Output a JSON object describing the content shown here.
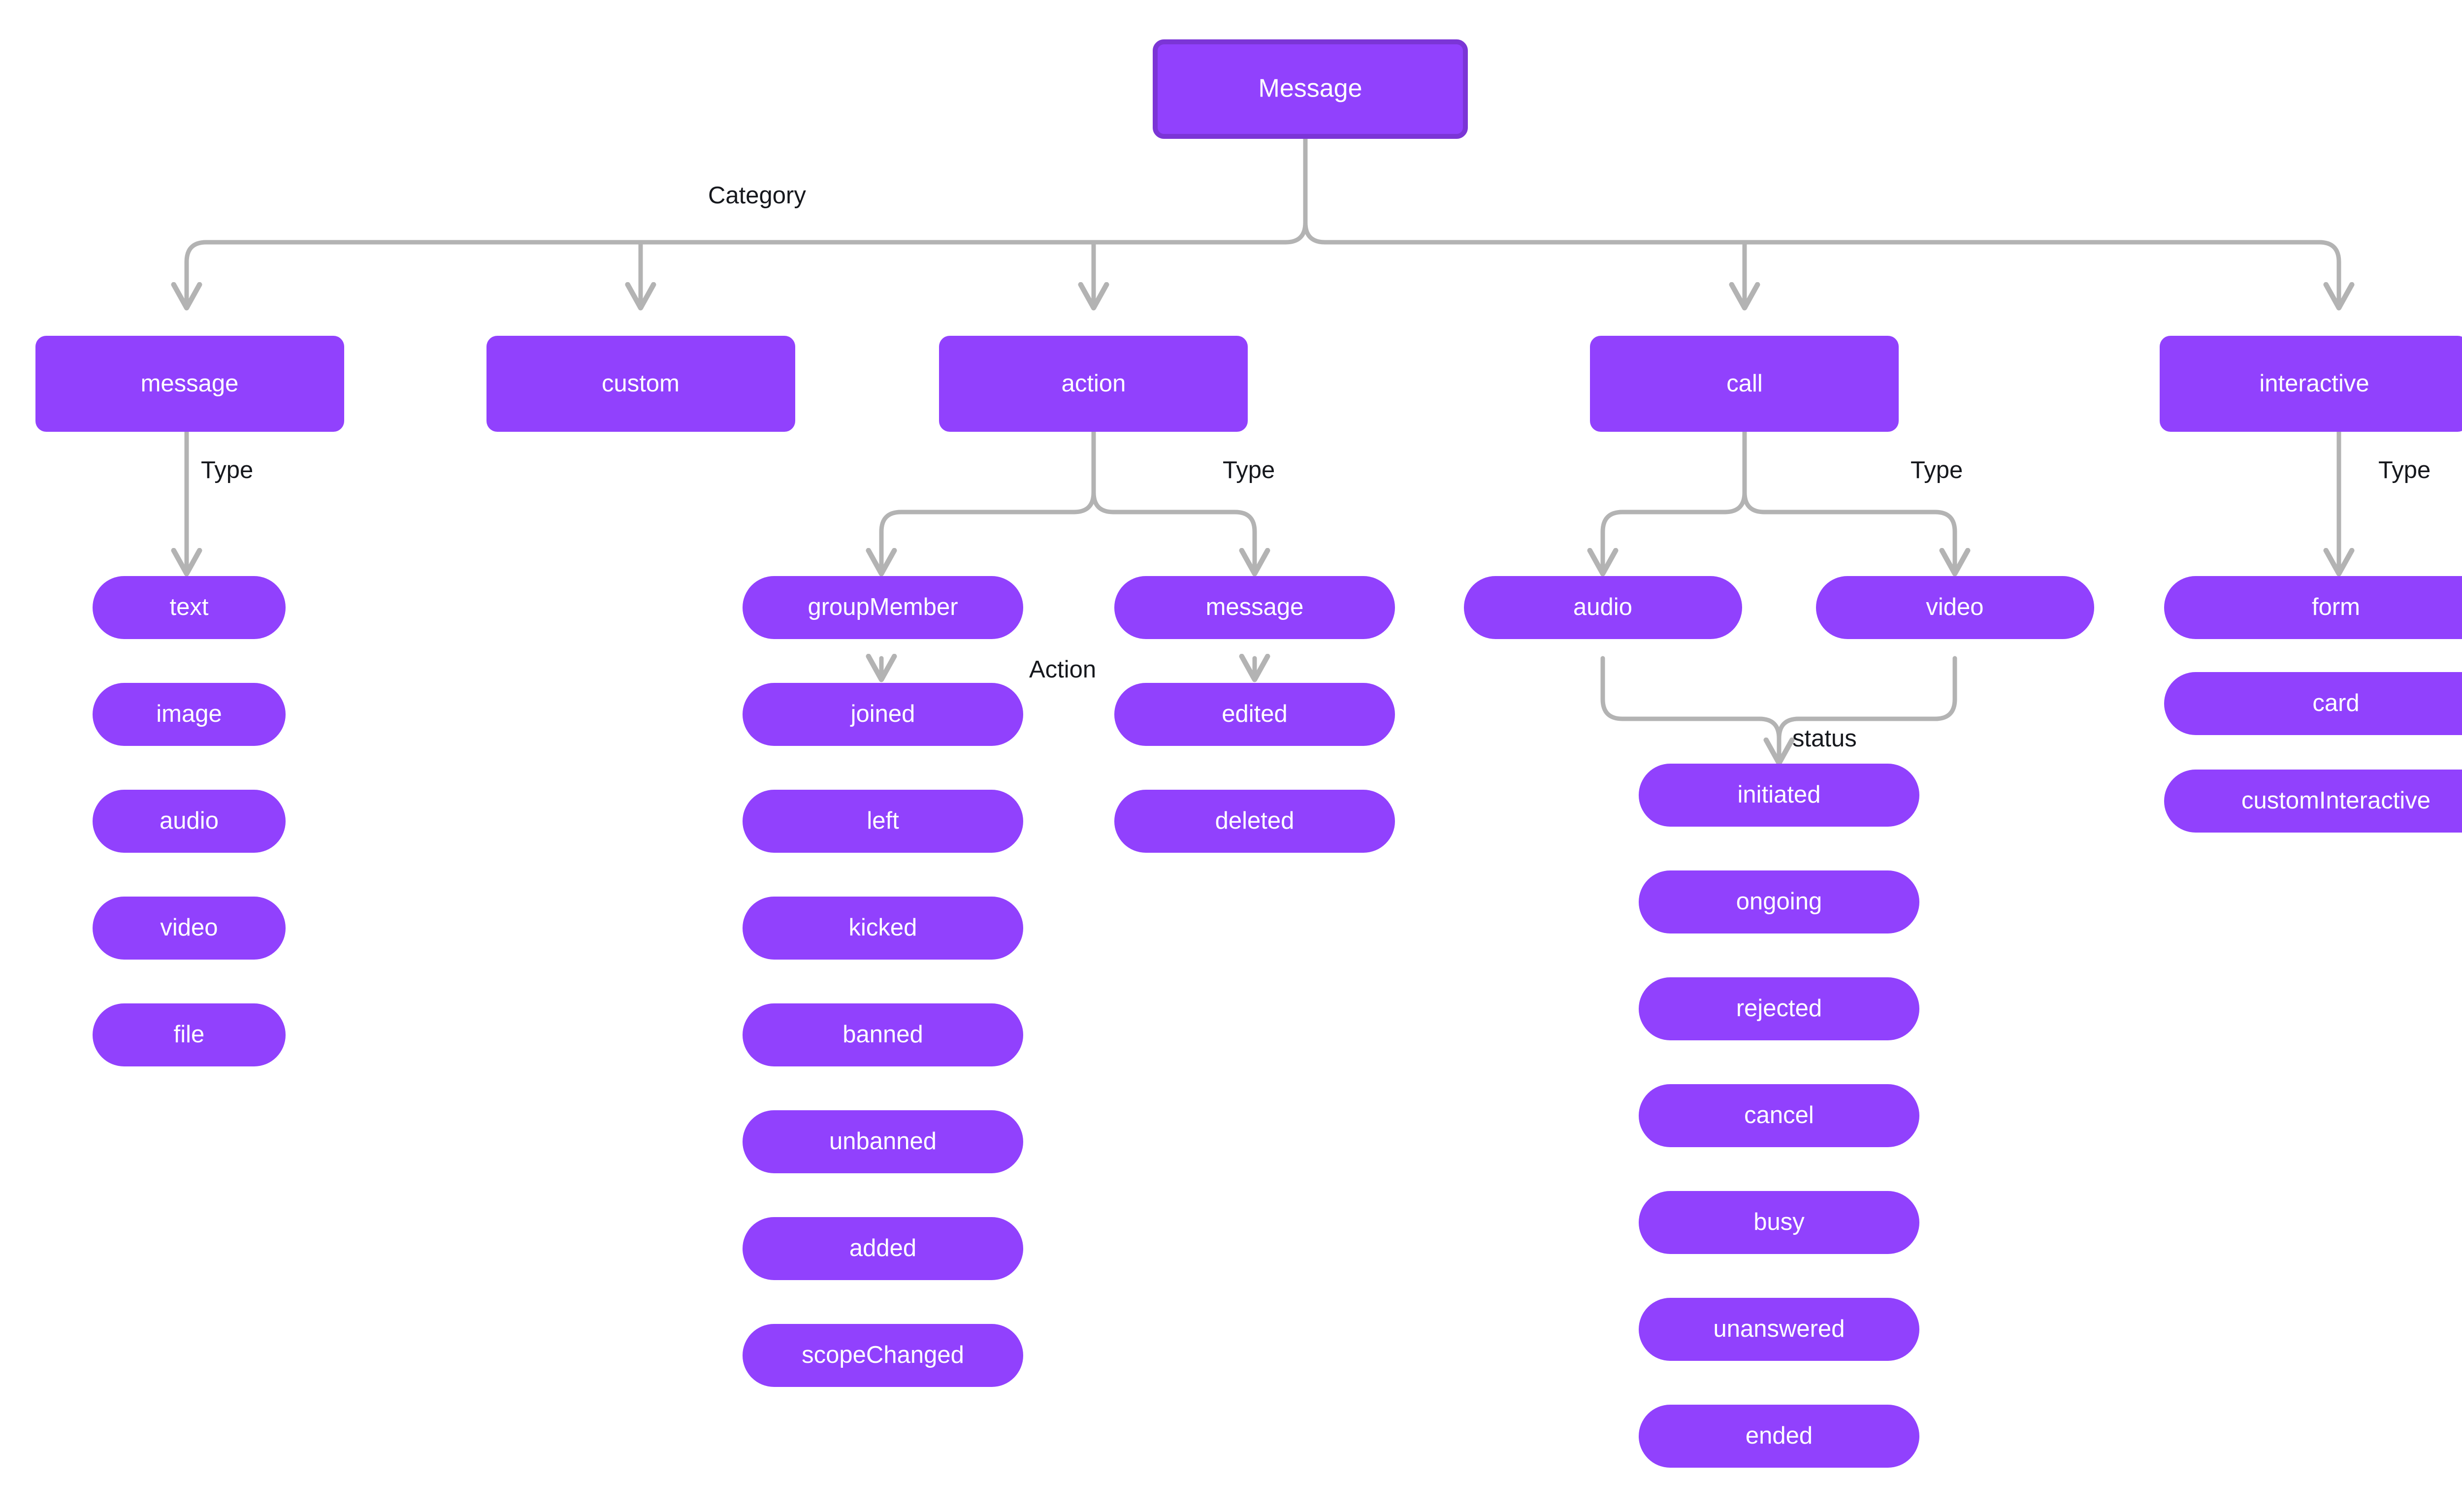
{
  "diagram": {
    "type": "flowchart",
    "orientation": "top-down",
    "title": "Message",
    "colors": {
      "node_fill": "#9141fd",
      "node_border_root": "#7b35d6",
      "node_text": "#ffffff",
      "edge": "#b3b3b3",
      "edge_label_text": "#16181d",
      "background": "#ffffff"
    },
    "edge_labels": {
      "category": "Category",
      "type": "Type",
      "action": "Action",
      "status": "status"
    },
    "root": {
      "label": "Message"
    },
    "categories": [
      {
        "label": "message"
      },
      {
        "label": "custom"
      },
      {
        "label": "action"
      },
      {
        "label": "call"
      },
      {
        "label": "interactive"
      }
    ],
    "message_types": [
      {
        "label": "text"
      },
      {
        "label": "image"
      },
      {
        "label": "audio"
      },
      {
        "label": "video"
      },
      {
        "label": "file"
      }
    ],
    "action_types": [
      {
        "label": "groupMember"
      },
      {
        "label": "message"
      }
    ],
    "group_member_actions": [
      {
        "label": "joined"
      },
      {
        "label": "left"
      },
      {
        "label": "kicked"
      },
      {
        "label": "banned"
      },
      {
        "label": "unbanned"
      },
      {
        "label": "added"
      },
      {
        "label": "scopeChanged"
      }
    ],
    "message_actions": [
      {
        "label": "edited"
      },
      {
        "label": "deleted"
      }
    ],
    "call_types": [
      {
        "label": "audio"
      },
      {
        "label": "video"
      }
    ],
    "call_statuses": [
      {
        "label": "initiated"
      },
      {
        "label": "ongoing"
      },
      {
        "label": "rejected"
      },
      {
        "label": "cancel"
      },
      {
        "label": "busy"
      },
      {
        "label": "unanswered"
      },
      {
        "label": "ended"
      }
    ],
    "interactive_types": [
      {
        "label": "form"
      },
      {
        "label": "card"
      },
      {
        "label": "customInteractive"
      }
    ]
  }
}
